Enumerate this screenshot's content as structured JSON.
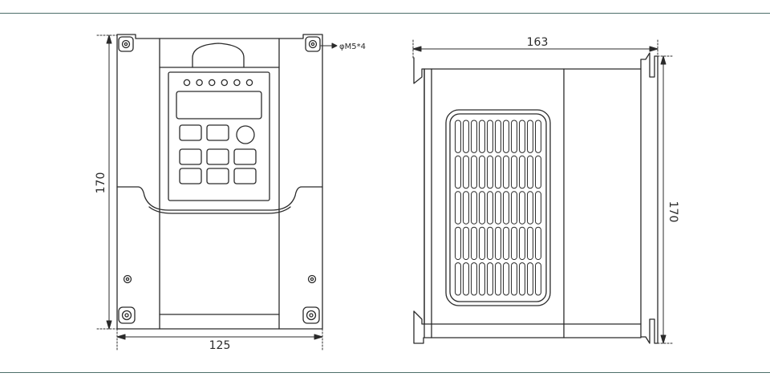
{
  "labels": {
    "front_height": "170",
    "front_width": "125",
    "mount_hole": "φM5*4",
    "side_width": "163",
    "side_height": "170"
  },
  "colors": {
    "ink": "#2b2b2b",
    "frame_line": "#4d6f6a",
    "paper": "#ffffff"
  },
  "keypad": {
    "led_count": 6,
    "button_rows": 3,
    "button_cols": 3
  },
  "vents": {
    "rows": 5,
    "cols": 11
  }
}
